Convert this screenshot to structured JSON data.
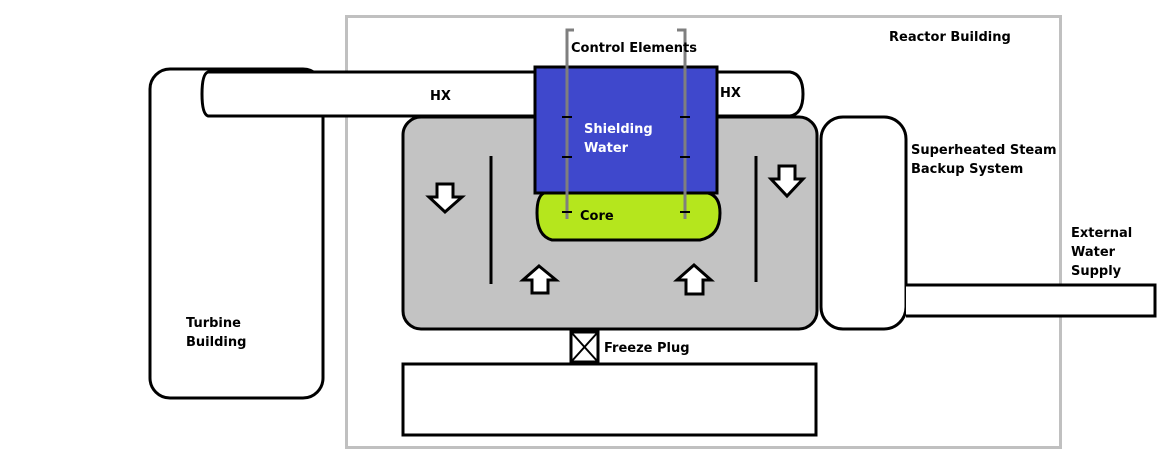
{
  "labels": {
    "reactor_building": "Reactor Building",
    "control_elements": "Control Elements",
    "hx_left": "HX",
    "hx_right": "HX",
    "shielding_water_line1": "Shielding",
    "shielding_water_line2": "Water",
    "core": "Core",
    "superheated_line1": "Superheated Steam",
    "superheated_line2": "Backup System",
    "external_line1": "External",
    "external_line2": "Water",
    "external_line3": "Supply",
    "turbine_line1": "Turbine",
    "turbine_line2": "Building",
    "freeze_plug": "Freeze Plug"
  },
  "colors": {
    "building_outline": "#c0c0c0",
    "vessel_fill": "#c3c3c3",
    "shielding_water": "#3f48cc",
    "core": "#b5e61d",
    "control_rod": "#7f7f7f",
    "stroke": "#000000"
  },
  "flow_arrows": {
    "down": 2,
    "up": 2
  }
}
